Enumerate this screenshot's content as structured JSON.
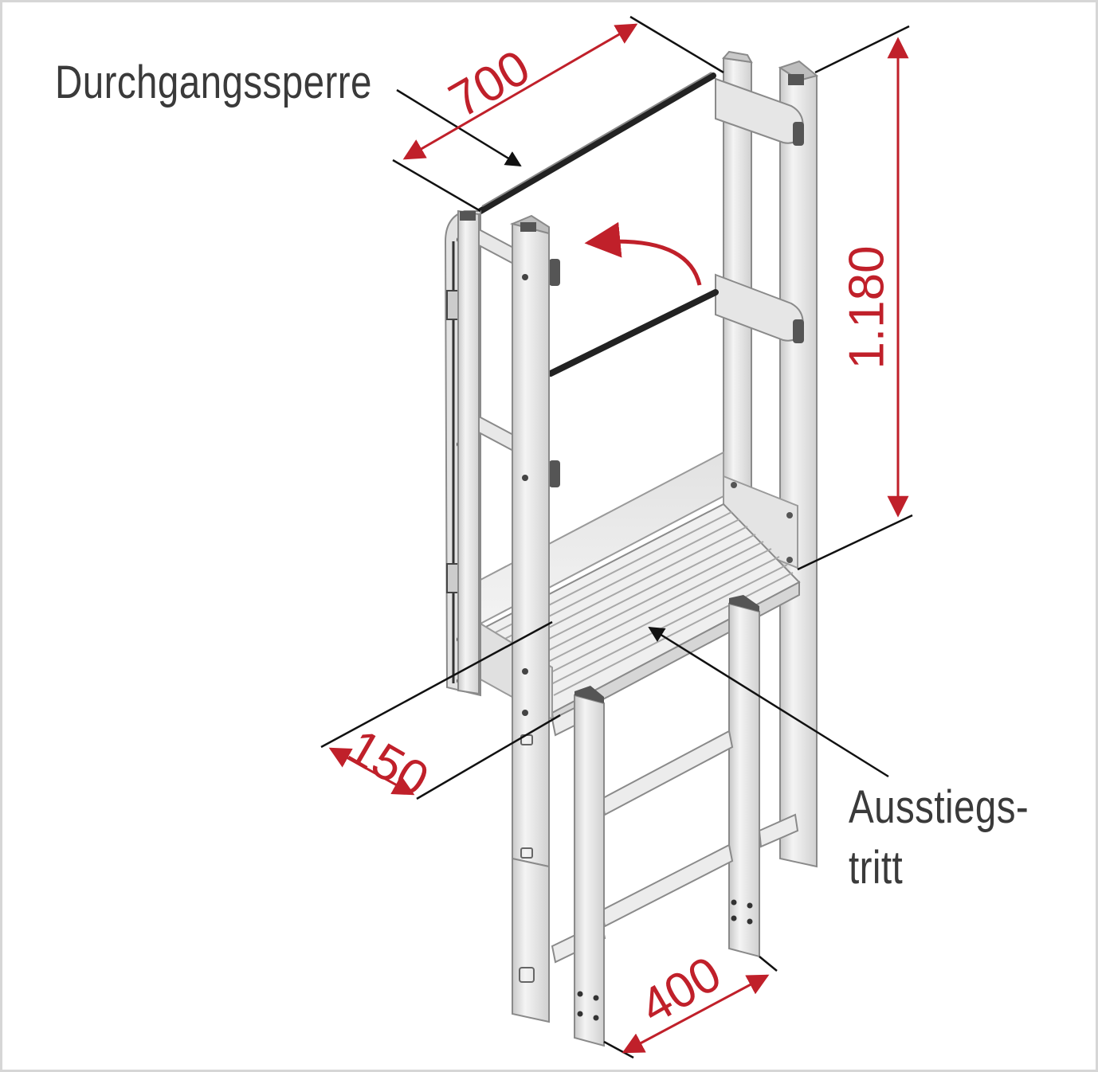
{
  "labels": {
    "barrier": "Durchgangssperre",
    "exit_step_line1": "Ausstiegs-",
    "exit_step_line2": "tritt"
  },
  "dimensions": {
    "width_top": "700",
    "height": "1.180",
    "depth": "150",
    "ladder_width": "400"
  },
  "colors": {
    "dimension": "#c0202a",
    "leader": "#111111",
    "label_text": "#3a3a3a",
    "metal_light": "#eeeeee",
    "metal_mid": "#d4d4d4",
    "metal_dark": "#9a9a9a",
    "frame_border": "#d6d6d6"
  }
}
